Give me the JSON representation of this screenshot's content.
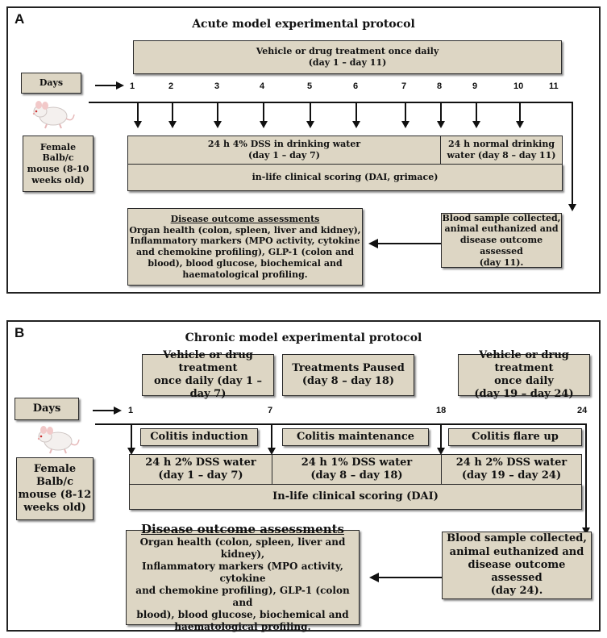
{
  "panelA": {
    "label": "A",
    "title": "Acute model experimental protocol",
    "treatment": [
      "Vehicle or drug treatment once daily",
      "(day 1 – day 11)"
    ],
    "days_label": "Days",
    "days": [
      "1",
      "2",
      "3",
      "4",
      "5",
      "6",
      "7",
      "8",
      "9",
      "10",
      "11"
    ],
    "mouse": [
      "Female Balb/c",
      "mouse (8-10",
      "weeks old)"
    ],
    "dss": [
      "24 h 4% DSS in drinking water",
      "(day 1 – day 7)"
    ],
    "normal": [
      "24 h normal drinking",
      "water (day 8 – day 11)"
    ],
    "scoring": "in-life clinical scoring (DAI, grimace)",
    "outcome_title": "Disease outcome assessments",
    "outcome_text": [
      "Organ health (colon, spleen, liver and kidney),",
      "Inflammatory markers (MPO activity, cytokine",
      "and chemokine profiling), GLP-1 (colon and",
      "blood), blood glucose, biochemical and",
      "haematological profiling."
    ],
    "blood": [
      "Blood sample collected,",
      "animal euthanized  and",
      "disease outcome assessed",
      "(day 11)."
    ]
  },
  "panelB": {
    "label": "B",
    "title": "Chronic model experimental protocol",
    "treat1": [
      "Vehicle or drug treatment",
      "once daily (day 1 – day 7)"
    ],
    "paused": [
      "Treatments Paused",
      "(day 8 – day 18)"
    ],
    "treat2": [
      "Vehicle or drug treatment",
      "once daily",
      "(day 19 – day 24)"
    ],
    "days_label": "Days",
    "days": [
      "1",
      "7",
      "18",
      "24"
    ],
    "mouse": [
      "Female Balb/c",
      "mouse (8-12",
      "weeks old)"
    ],
    "phase1": "Colitis induction",
    "phase2": "Colitis maintenance",
    "phase3": "Colitis flare up",
    "dss1": [
      "24 h 2% DSS water",
      "(day 1 – day 7)"
    ],
    "dss2": [
      "24 h 1% DSS water",
      "(day 8 – day 18)"
    ],
    "dss3": [
      "24 h 2% DSS water",
      "(day 19 – day 24)"
    ],
    "scoring": "In-life clinical scoring (DAI)",
    "outcome_title": "Disease outcome assessments",
    "outcome_text": [
      "Organ health (colon, spleen, liver and kidney),",
      "Inflammatory markers (MPO activity, cytokine",
      "and chemokine profiling), GLP-1 (colon and",
      "blood), blood glucose, biochemical and",
      "haematological profiling."
    ],
    "blood": [
      "Blood sample collected,",
      "animal euthanized  and",
      "disease outcome assessed",
      "(day 24)."
    ]
  },
  "colors": {
    "box_fill": "#ddd6c4",
    "border": "#222222"
  }
}
